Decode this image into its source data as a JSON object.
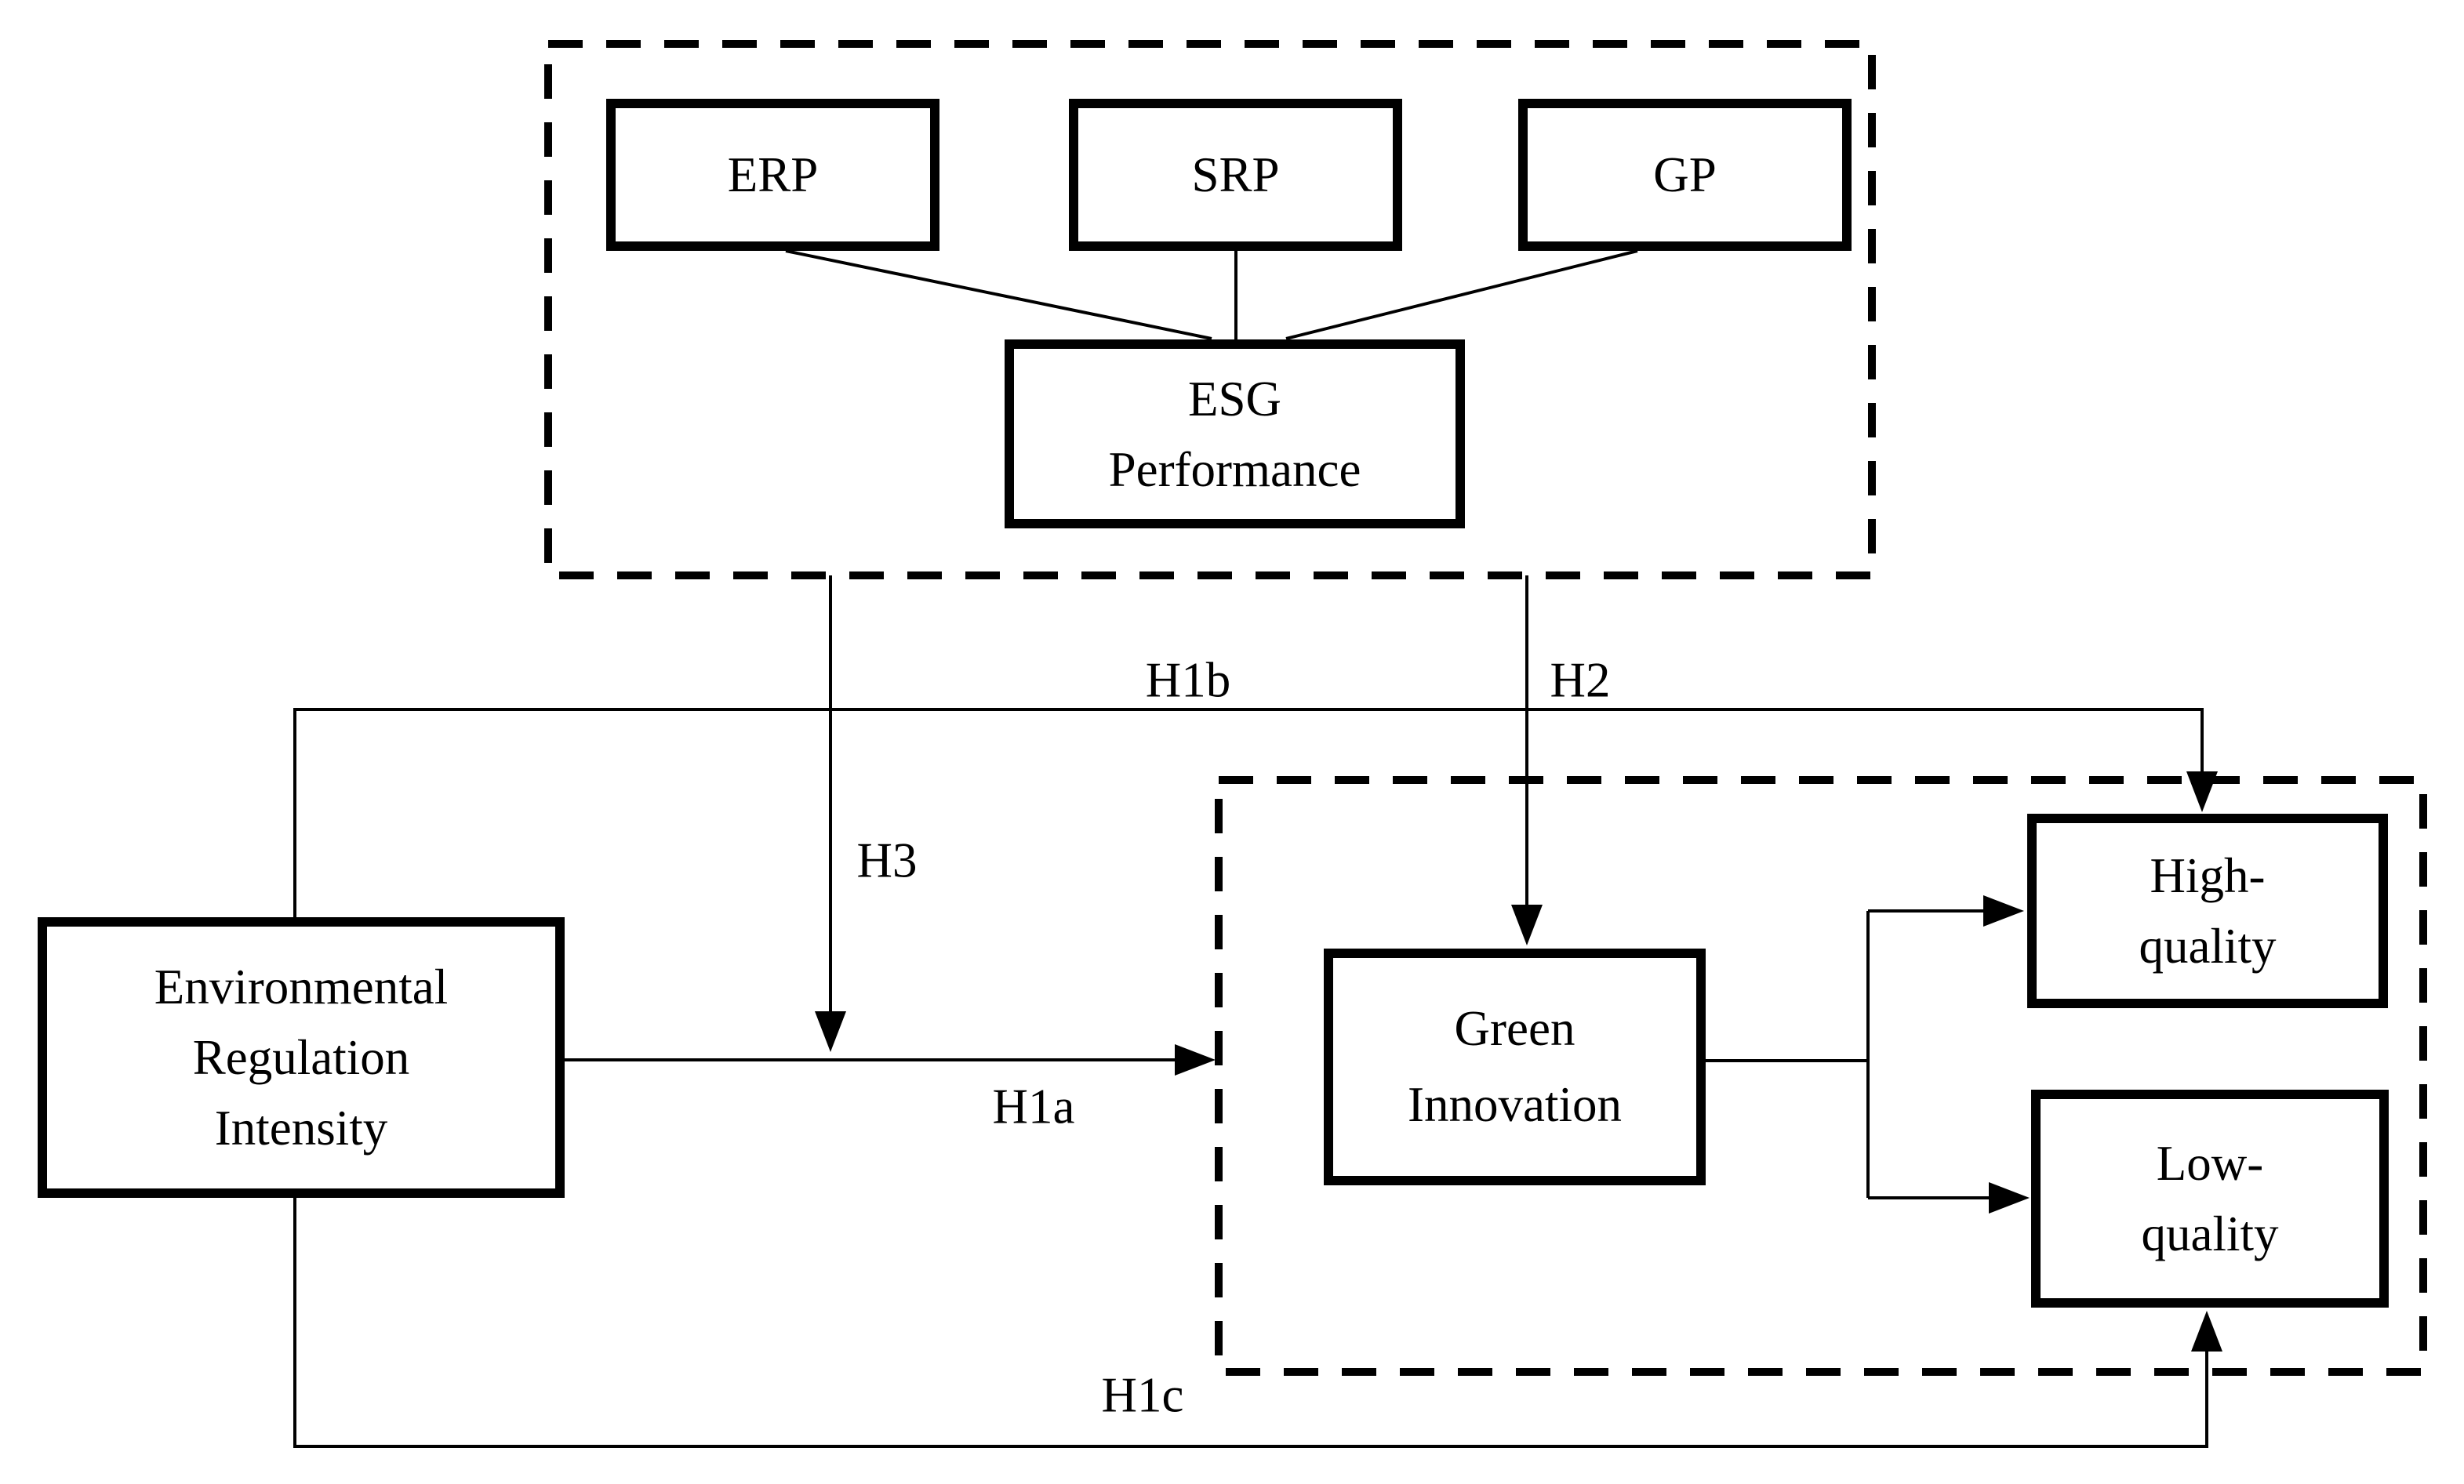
{
  "figure": {
    "background_color": "#ffffff",
    "line_color": "#000000",
    "nodes": {
      "erp": {
        "lines": [
          "ERP"
        ]
      },
      "srp": {
        "lines": [
          "SRP"
        ]
      },
      "gp": {
        "lines": [
          "GP"
        ]
      },
      "esg_performance": {
        "lines": [
          "ESG",
          "Performance"
        ]
      },
      "environmental_regulation_intensity": {
        "lines": [
          "Environmental",
          "Regulation",
          "Intensity"
        ]
      },
      "green_innovation": {
        "lines": [
          "Green",
          "Innovation"
        ]
      },
      "high_quality": {
        "lines": [
          "High-",
          "quality"
        ]
      },
      "low_quality": {
        "lines": [
          "Low-",
          "quality"
        ]
      }
    },
    "edge_labels": {
      "h1a": "H1a",
      "h1b": "H1b",
      "h1c": "H1c",
      "h2": "H2",
      "h3": "H3"
    }
  }
}
